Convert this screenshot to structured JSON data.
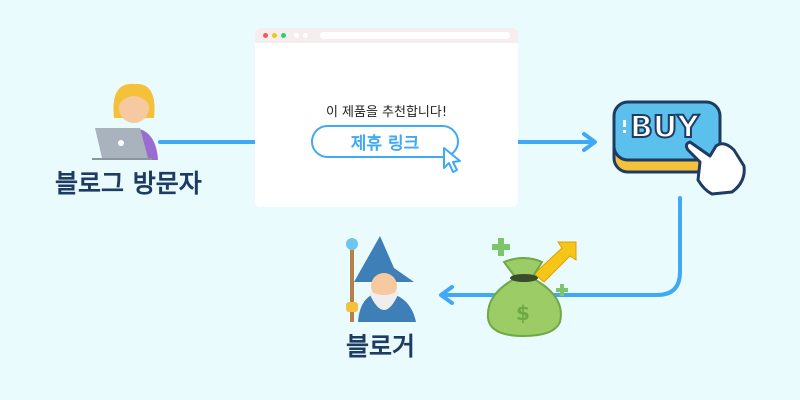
{
  "visitor": {
    "label": "블로그 방문자",
    "icon": "person-with-laptop-icon"
  },
  "browser": {
    "recommend_text": "이 제품을 추천합니다!",
    "link_label": "제휴 링크",
    "window_dots": [
      "#f05a5a",
      "#f5c518",
      "#2ecc71"
    ]
  },
  "buy": {
    "label": "BUY",
    "icon": "buy-button-with-hand-icon"
  },
  "money": {
    "icon": "money-bag-growth-icon"
  },
  "blogger": {
    "label": "블로거",
    "icon": "wizard-icon"
  },
  "colors": {
    "accent": "#3fa9f5",
    "text": "#1d3b63",
    "background": "#eafbfd"
  }
}
